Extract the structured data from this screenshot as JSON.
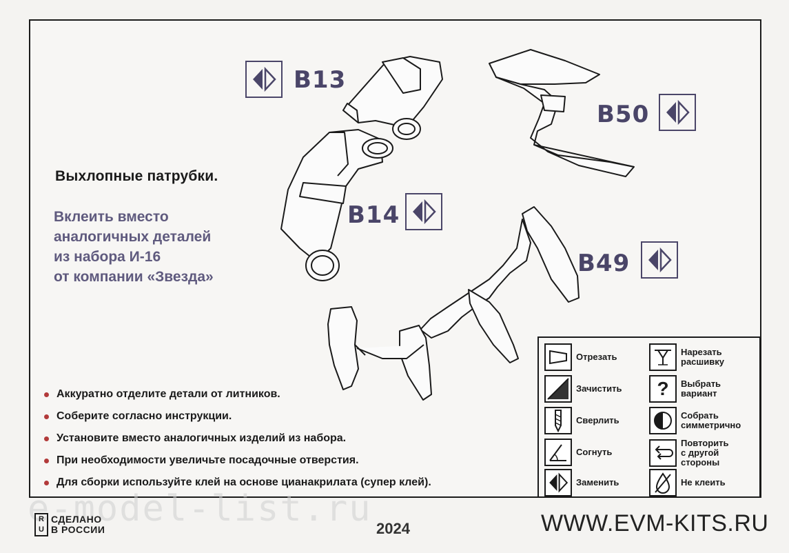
{
  "title": "Выхлопные  патрубки.",
  "note_lines": [
    "Вклеить вместо",
    "аналогичных деталей",
    "из набора И-16",
    "от компании «Звезда»"
  ],
  "parts": {
    "b13": "B13",
    "b14": "B14",
    "b49": "B49",
    "b50": "B50"
  },
  "bullets": [
    "Аккуратно отделите детали от литников.",
    "Соберите согласно инструкции.",
    "Установите вместо аналогичных изделий из набора.",
    "При необходимости увеличьте посадочные отверстия.",
    "Для сборки используйте клей на основе цианакрилата (супер клей)."
  ],
  "legend": {
    "cut": "Отрезать",
    "clean": "Зачистить",
    "drill": "Сверлить",
    "bend": "Согнуть",
    "replace": "Заменить",
    "rivet_1": "Нарезать",
    "rivet_2": "расшивку",
    "choose_1": "Выбрать",
    "choose_2": "вариант",
    "sym_1": "Собрать",
    "sym_2": "симметрично",
    "repeat_1": "Повторить",
    "repeat_2": "с другой",
    "repeat_3": "стороны",
    "noglue": "Не клеить"
  },
  "footer": {
    "made_box_1": "R",
    "made_box_2": "U",
    "made_1": "СДЕЛАНО",
    "made_2": "В РОССИИ",
    "year": "2024",
    "site": "WWW.EVM-KITS.RU",
    "watermark": "e-model-list.ru"
  },
  "colors": {
    "accent": "#4a4568",
    "bullet": "#b23a3a"
  }
}
